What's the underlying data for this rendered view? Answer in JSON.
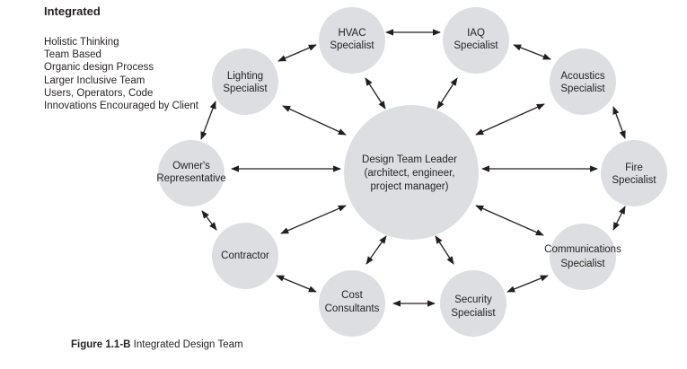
{
  "heading": "Integrated",
  "traits": [
    "Holistic Thinking",
    "Team Based",
    "Organic design Process",
    "Larger Inclusive Team",
    "Users, Operators, Code",
    "Innovations Encouraged by Client"
  ],
  "caption": {
    "number": "Figure 1.1-B",
    "text": "Integrated Design Team"
  },
  "nodes": {
    "leader": [
      "Design Team Leader",
      "(architect, engineer,",
      "project manager)"
    ],
    "hvac": [
      "HVAC",
      "Specialist"
    ],
    "iaq": [
      "IAQ",
      "Specialist"
    ],
    "lighting": [
      "Lighting",
      "Specialist"
    ],
    "acoustics": [
      "Acoustics",
      "Specialist"
    ],
    "owner": [
      "Owner's",
      "Representative"
    ],
    "fire": [
      "Fire",
      "Specialist"
    ],
    "contractor": [
      "Contractor"
    ],
    "communications": [
      "Communications",
      "Specialist"
    ],
    "cost": [
      "Cost",
      "Consultants"
    ],
    "security": [
      "Security",
      "Specialist"
    ]
  },
  "colors": {
    "node_fill": "#dcdee1",
    "line": "#231f20",
    "text": "#231f20"
  }
}
